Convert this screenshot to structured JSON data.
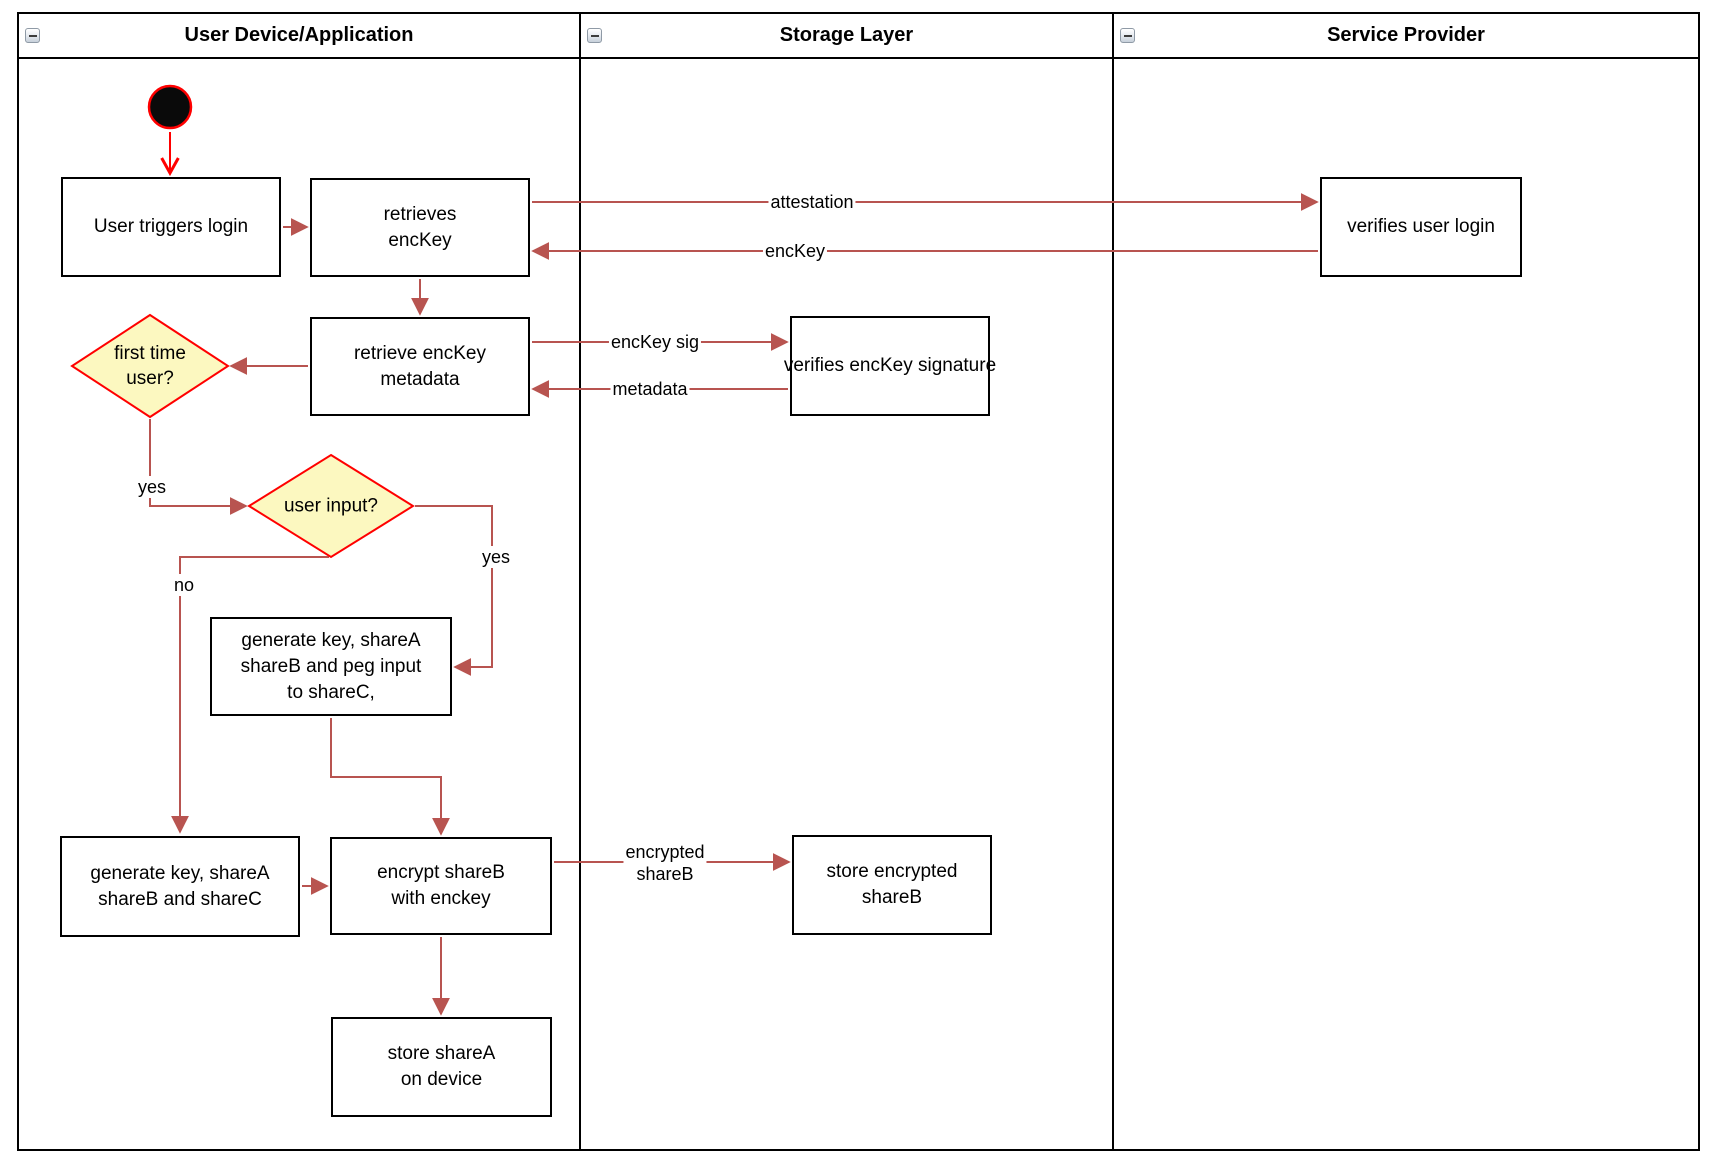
{
  "lanes": [
    {
      "title": "User Device/Application"
    },
    {
      "title": "Storage Layer"
    },
    {
      "title": "Service Provider"
    }
  ],
  "nodes": {
    "start": {
      "type": "initial-state"
    },
    "user_triggers_login": {
      "lines": [
        "User triggers login"
      ]
    },
    "retrieves_enckey": {
      "lines": [
        "retrieves",
        "encKey"
      ]
    },
    "retrieve_enckey_metadata": {
      "lines": [
        "retrieve encKey",
        "metadata"
      ]
    },
    "verifies_user_login": {
      "lines": [
        "verifies user login"
      ]
    },
    "verifies_enckey_signature": {
      "lines": [
        "verifies encKey signature"
      ]
    },
    "first_time_user_decision": {
      "lines": [
        "first time",
        "user?"
      ]
    },
    "user_input_decision": {
      "lines": [
        "user input?"
      ]
    },
    "generate_key_peg_input": {
      "lines": [
        "generate key, shareA",
        "shareB and peg input",
        "to shareC,"
      ]
    },
    "generate_key_shares": {
      "lines": [
        "generate key, shareA",
        "shareB and shareC"
      ]
    },
    "encrypt_shareb": {
      "lines": [
        "encrypt shareB",
        "with enckey"
      ]
    },
    "store_sharea": {
      "lines": [
        "store shareA",
        "on device"
      ]
    },
    "store_encrypted_shareb": {
      "lines": [
        "store encrypted",
        "shareB"
      ]
    }
  },
  "edge_labels": {
    "attestation": "attestation",
    "enckey": "encKey",
    "enckey_sig": "encKey sig",
    "metadata": "metadata",
    "first_time_yes": "yes",
    "user_input_yes": "yes",
    "user_input_no": "no",
    "encrypted_shareb": {
      "lines": [
        "encrypted",
        "shareB"
      ]
    }
  },
  "colors": {
    "flow_edge": "#B85450",
    "start_accent": "#FF0000",
    "decision_border": "#FF0000",
    "decision_fill": "#FCF8C0",
    "node_border": "#000000",
    "node_fill": "#FFFFFF",
    "lane_border": "#000000"
  }
}
